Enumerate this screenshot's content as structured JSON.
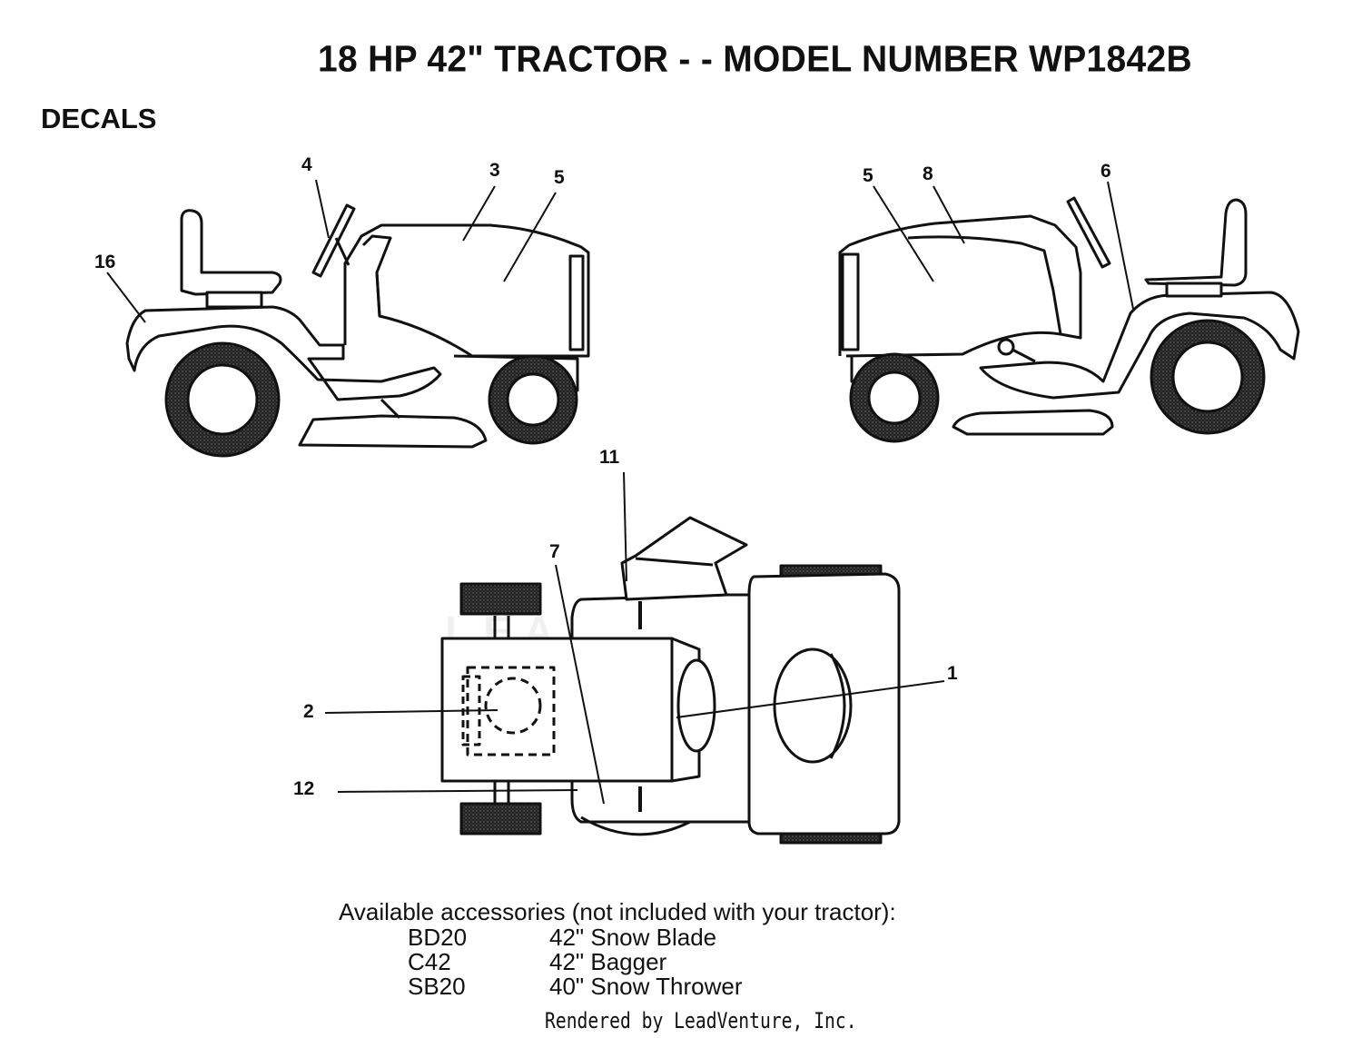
{
  "title": "18 HP 42\"  TRACTOR - - MODEL NUMBER WP1842B",
  "section": "DECALS",
  "watermark": "LEADVENTURE",
  "callouts": {
    "c1": "1",
    "c2": "2",
    "c3": "3",
    "c4": "4",
    "c5a": "5",
    "c5b": "5",
    "c6": "6",
    "c7": "7",
    "c8": "8",
    "c11": "11",
    "c12": "12",
    "c16": "16"
  },
  "accessories": {
    "heading": "Available accessories (not included with your tractor):",
    "items": [
      {
        "code": "BD20",
        "description": "42\" Snow Blade"
      },
      {
        "code": "C42",
        "description": "42\" Bagger"
      },
      {
        "code": "SB20",
        "description": "40\" Snow Thrower"
      }
    ]
  },
  "footer": "Rendered by LeadVenture, Inc."
}
